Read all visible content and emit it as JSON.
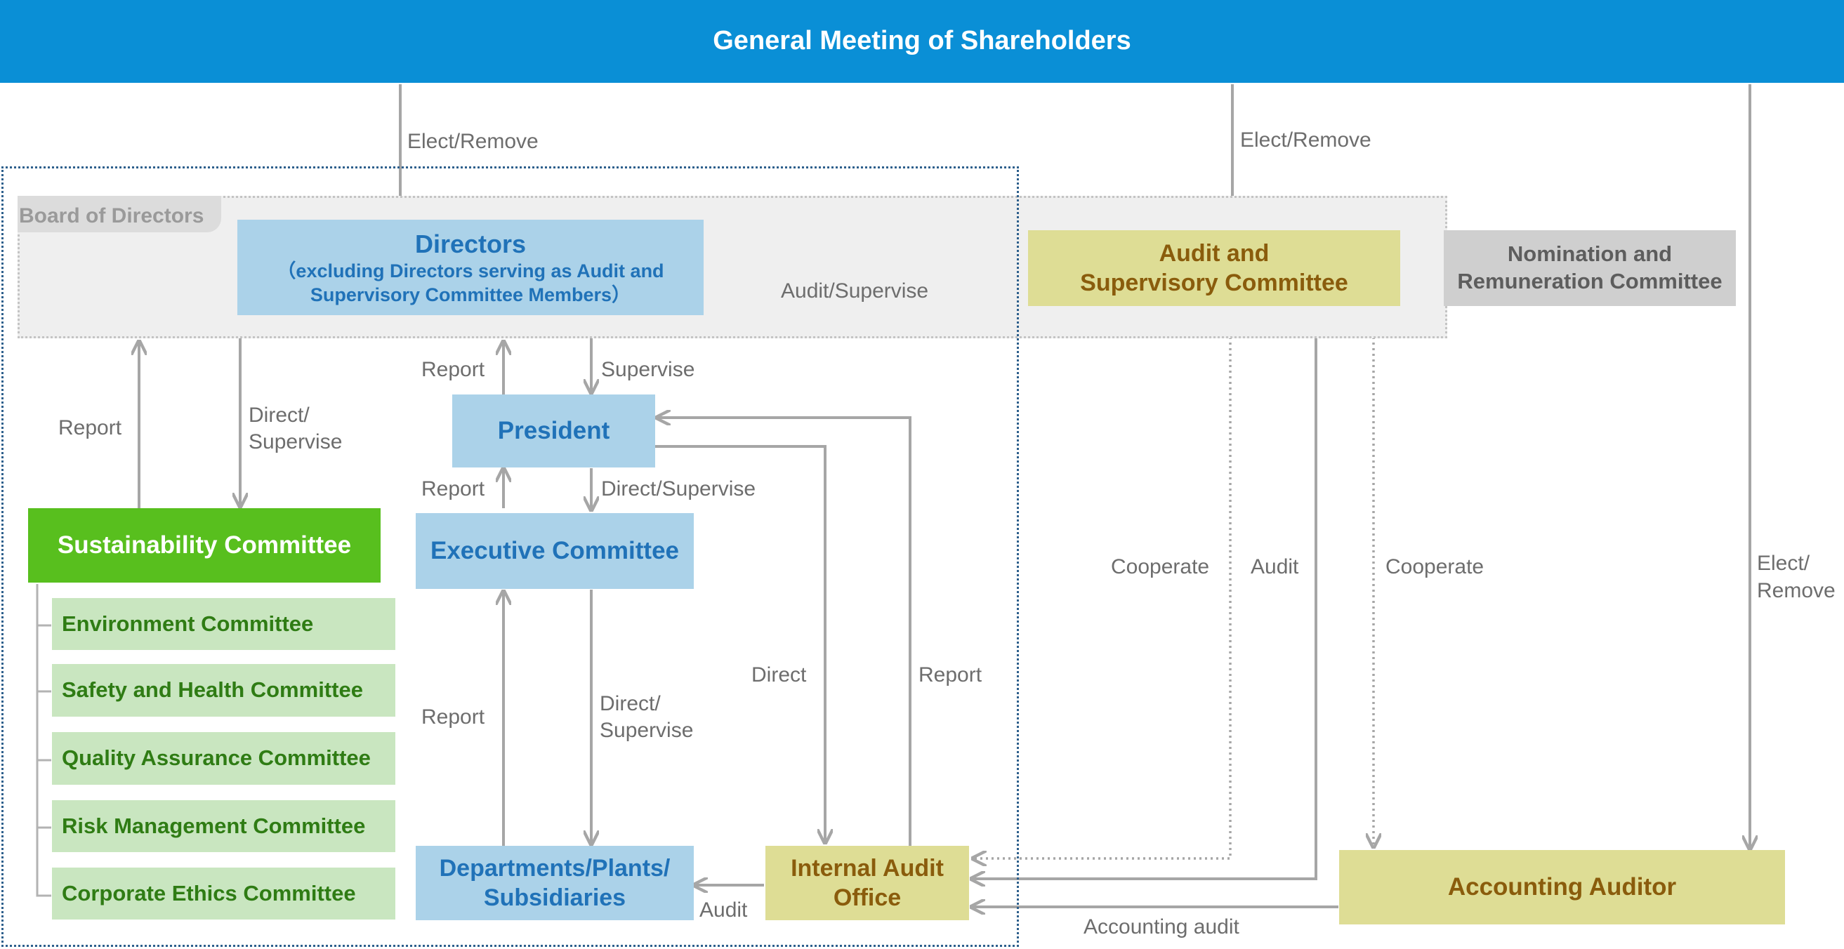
{
  "header": {
    "title": "General Meeting of Shareholders"
  },
  "board": {
    "title": "Board of Directors"
  },
  "nodes": {
    "directors": {
      "title": "Directors",
      "subtitle_line1": "（excluding Directors serving as Audit and",
      "subtitle_line2": "Supervisory Committee Members）"
    },
    "audit_committee": {
      "line1": "Audit and",
      "line2": "Supervisory Committee"
    },
    "nomination": {
      "line1": "Nomination and",
      "line2": "Remuneration Committee"
    },
    "president": {
      "label": "President"
    },
    "executive": {
      "label": "Executive Committee"
    },
    "sustainability": {
      "label": "Sustainability Committee"
    },
    "subcommittees": [
      "Environment Committee",
      "Safety and Health Committee",
      "Quality Assurance Committee",
      "Risk Management Committee",
      "Corporate Ethics Committee"
    ],
    "departments": {
      "line1": "Departments/Plants/",
      "line2": "Subsidiaries"
    },
    "internal_audit": {
      "line1": "Internal Audit",
      "line2": "Office"
    },
    "accounting_auditor": {
      "label": "Accounting Auditor"
    }
  },
  "labels": {
    "elect_remove_directors": "Elect/Remove",
    "elect_remove_audit": "Elect/Remove",
    "elect_remove_auditor_1": "Elect/",
    "elect_remove_auditor_2": "Remove",
    "audit_supervise": "Audit/Supervise",
    "report_sustainability": "Report",
    "direct_supervise_sust_1": "Direct/",
    "direct_supervise_sust_2": "Supervise",
    "report_president": "Report",
    "supervise_president": "Supervise",
    "report_executive": "Report",
    "direct_supervise_exec": "Direct/Supervise",
    "report_departments": "Report",
    "direct_supervise_dept_1": "Direct/",
    "direct_supervise_dept_2": "Supervise",
    "direct_internal": "Direct",
    "report_internal": "Report",
    "audit_dept": "Audit",
    "cooperate_left": "Cooperate",
    "audit_internal": "Audit",
    "cooperate_right": "Cooperate",
    "accounting_audit": "Accounting audit"
  },
  "colors": {
    "header_bg": "#0a8fd6",
    "blue_box": "#abd2e9",
    "yellow_box": "#dedd95",
    "green_box": "#58bf1e",
    "light_green_box": "#c9e6c0",
    "gray_box": "#cfcfcf",
    "arrow": "#a6a6a6",
    "dotted_border": "#2d5f8c"
  }
}
